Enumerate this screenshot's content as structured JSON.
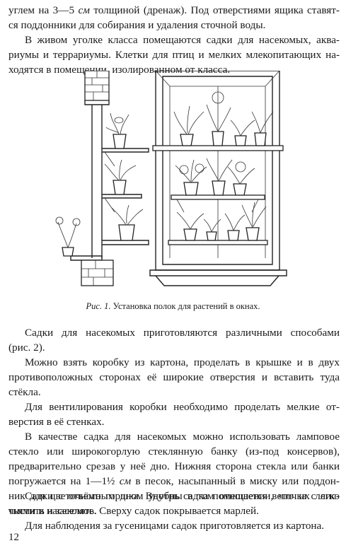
{
  "top_paragraph": {
    "line1_a": "углем на 3—5 ",
    "line1_unit": "см",
    "line1_b": " толщиной (дренаж). Под отверстиями ящика ставят-",
    "line2": "ся поддонники для собирания и удаления сточной воды."
  },
  "second_paragraph": {
    "line1": "В живом уголке класса помещаются садки для насекомых, аква-",
    "line2": "риумы и террариумы. Клетки для птиц и мелких млекопитающих на-",
    "line3": "ходятся в помещении, изолированном от класса."
  },
  "figure": {
    "caption_label": "Рис. 1.",
    "caption_text": " Установка полок для растений в окнах."
  },
  "body": {
    "p1_line1": "Садки для насекомых приготовляются различными способами",
    "p1_line2": "(рис. 2).",
    "p2_line1": "Можно взять коробку из картона, проделать в крышке и в двух",
    "p2_line2": "противоположных сторонах её широкие отверстия и вставить туда",
    "p2_line3": "стёкла.",
    "p3_line1": "Для вентилирования коробки необходимо проделать мелкие от-",
    "p3_line2": "верстия в её стенках.",
    "p4_line1": "В качестве садка для насекомых можно использовать ламповое",
    "p4_line2": "стекло или широкогорлую стеклянную банку (из-под консервов),",
    "p4_line3": "предварительно срезав у неё дно. Нижняя сторона стекла или банки",
    "p4_line4_a": "погружается на 1—1½ ",
    "p4_line4_unit": "см",
    "p4_line4_b": " в песок, насыпанный в миску или поддон-",
    "p4_line5": "ник для цветочного горшка. Внутрь садка помещается веточка с лис-",
    "p4_line6": "тьями и насекомое. Сверху садок покрывается марлей.",
    "p5_line1": "Садки с отъёмным дном удобны в том отношении, что их легко",
    "p5_line2": "чистить и заселять.",
    "p6_line1": "Для наблюдения за гусеницами садок приготовляется из картона."
  },
  "page_number": "12"
}
